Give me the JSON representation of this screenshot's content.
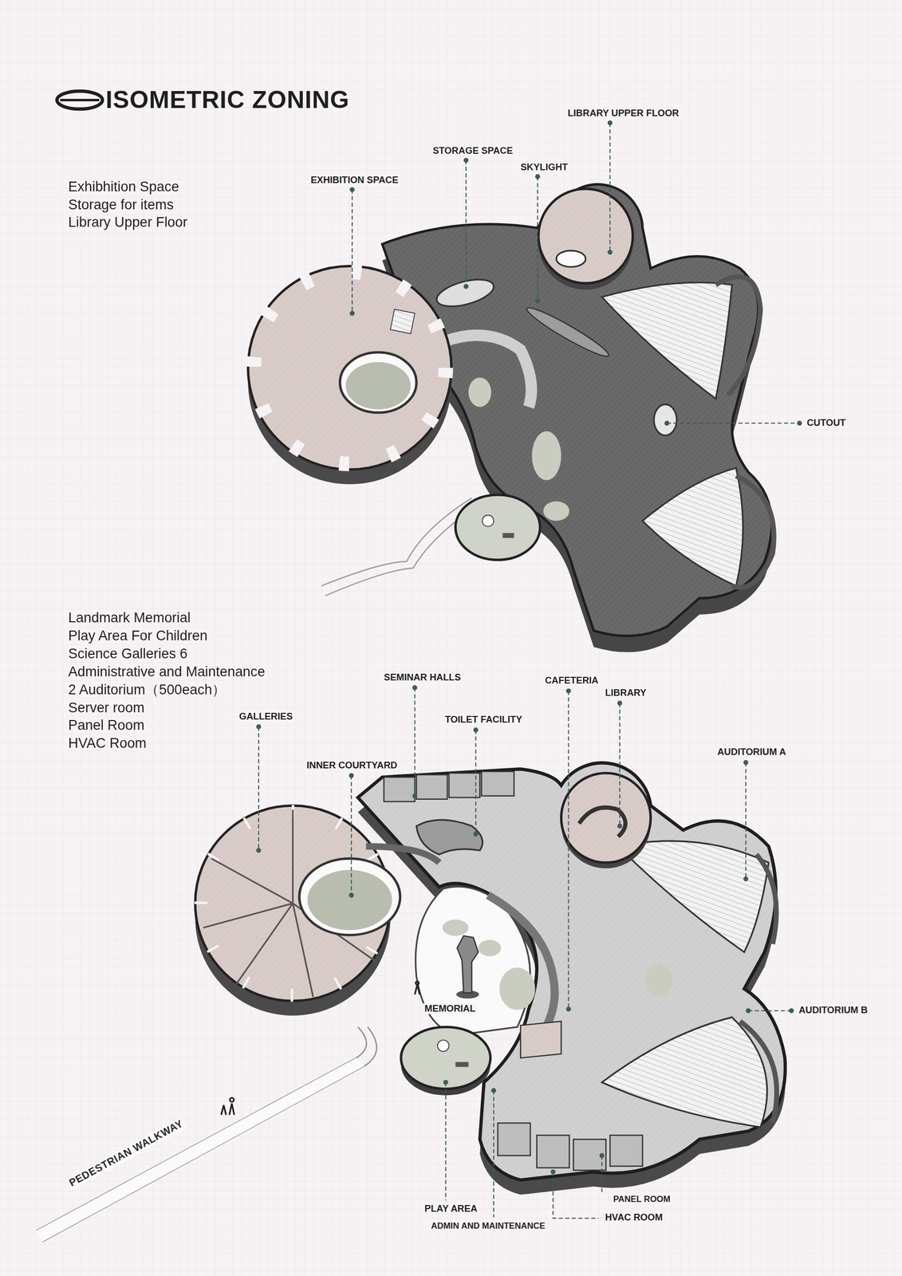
{
  "diagram": {
    "title": "ISOMETRIC ZONING",
    "labels": [
      "Exhibhition Space",
      "Storage for items",
      "Library Upper Floor",
      "EXHIBITION SPACE",
      "STORAGE SPACE",
      "SKYLIGHT",
      "LIBRARY UPPER FLOOR",
      "CUTOUT",
      "Landmark Memorial",
      "Play Area For Children",
      "Science Galleries 6",
      "Administrative and Maintenance",
      "2 Auditorium（500each）",
      "Server room",
      "Panel Room",
      "HVAC Room",
      "SEMINAR HALLS",
      "CAFETERIA",
      "LIBRARY",
      "GALLERIES",
      "TOILET FACILITY",
      "INNER COURTYARD",
      "AUDITORIUM A",
      "MEMORIAL",
      "AUDITORIUM B",
      "PEDESTRIAN WALKWAY",
      "PLAY AREA",
      "ADMIN AND MAINTENANCE",
      "PANEL ROOM",
      "HVAC ROOM"
    ]
  }
}
